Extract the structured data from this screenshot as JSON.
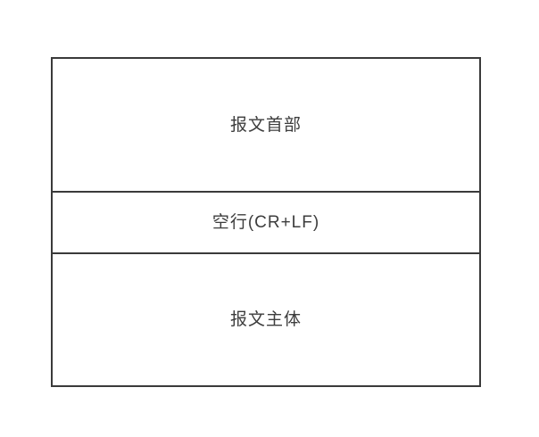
{
  "diagram": {
    "title": "http-message-structure",
    "colors": {
      "border": "#3a3a3a",
      "text": "#3d3d3d",
      "background": "#ffffff"
    },
    "rows": [
      {
        "id": "message-header",
        "label": "报文首部"
      },
      {
        "id": "empty-line",
        "label": "空行(CR+LF)"
      },
      {
        "id": "message-body",
        "label": "报文主体"
      }
    ]
  }
}
